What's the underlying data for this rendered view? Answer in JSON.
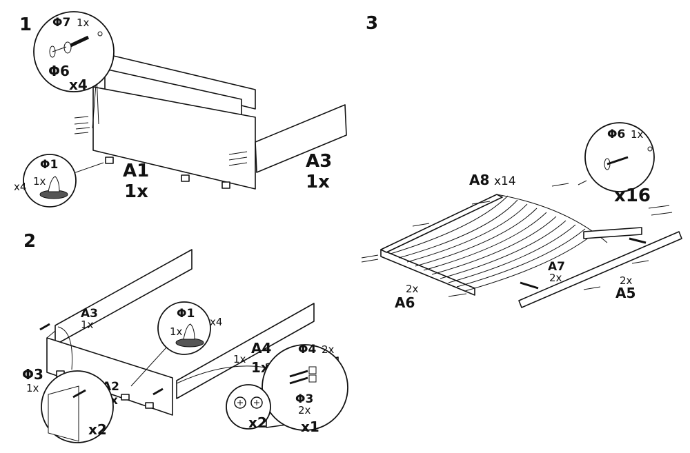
{
  "steps": [
    {
      "number": "1",
      "callouts": {
        "screw_part": "Φ7",
        "screw_qty": "1x",
        "dowel_part": "Φ6",
        "dowel_qty": "x4",
        "pad_part": "Φ1",
        "pad_qty": "1x",
        "pad_count": "x4"
      },
      "parts": [
        {
          "code": "A1",
          "qty": "1x"
        },
        {
          "code": "A3",
          "qty": "1x"
        }
      ]
    },
    {
      "number": "2",
      "callouts": {
        "a3_code": "A3",
        "a3_qty": "1x",
        "pad_part": "Φ1",
        "pad_qty": "1x",
        "pad_count": "x4",
        "a2_code": "A2",
        "a2_qty": "1x",
        "a4_code": "A4",
        "a4_qty": "1x",
        "a4_small_qty": "1x",
        "cam_part": "Φ3",
        "cam_qty": "1x",
        "left_detail_count": "x2",
        "bolt_part": "Φ4",
        "bolt_qty": "2x",
        "cam2_part": "Φ3",
        "cam2_qty": "2x",
        "cam_detail_count": "x2",
        "end_detail_count": "x1"
      }
    },
    {
      "number": "3",
      "callouts": {
        "slat_code": "A8",
        "slat_qty": "x14",
        "dowel_part": "Φ6",
        "dowel_qty": "1x",
        "dowel_count": "x16",
        "a7_code": "A7",
        "a7_qty": "2x",
        "a5_code": "A5",
        "a5_qty": "2x",
        "a6_code": "A6",
        "a6_qty": "2x"
      }
    }
  ]
}
